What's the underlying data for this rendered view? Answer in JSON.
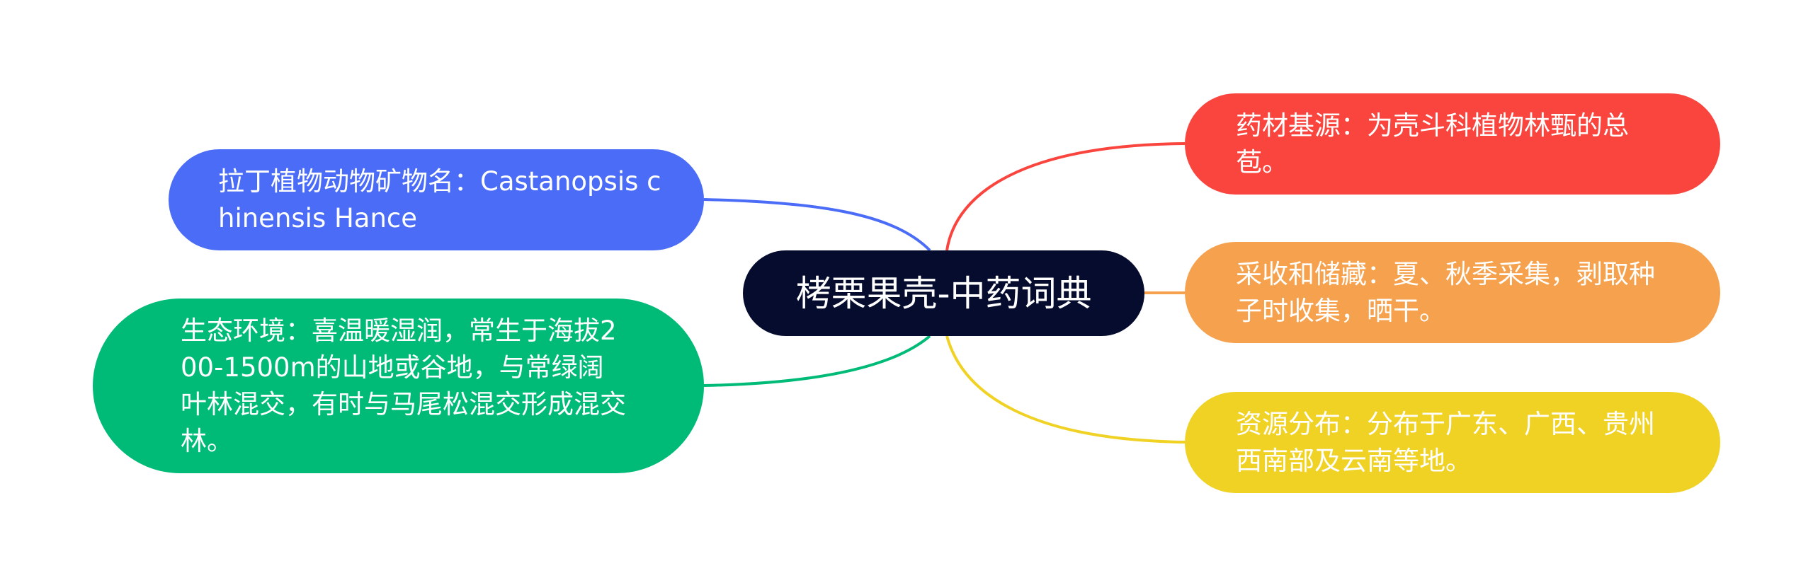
{
  "center": {
    "title": "栲栗果壳-中药词典",
    "color": "#060c2e"
  },
  "branches": {
    "latin": {
      "text": "拉丁植物动物矿物名：Castanopsis chinensis Hance",
      "color": "#4a6cf7"
    },
    "habitat": {
      "text": "生态环境：喜温暖湿润，常生于海拔200-1500m的山地或谷地，与常绿阔叶林混交，有时与马尾松混交形成混交林。",
      "color": "#00bb77"
    },
    "source": {
      "text": "药材基源：为壳斗科植物林甄的总苞。",
      "color": "#fa443e"
    },
    "harvest": {
      "text": "采收和储藏：夏、秋季采集，剥取种子时收集，晒干。",
      "color": "#f5a14d"
    },
    "distribution": {
      "text": "资源分布：分布于广东、广西、贵州西南部及云南等地。",
      "color": "#f0d225"
    }
  }
}
